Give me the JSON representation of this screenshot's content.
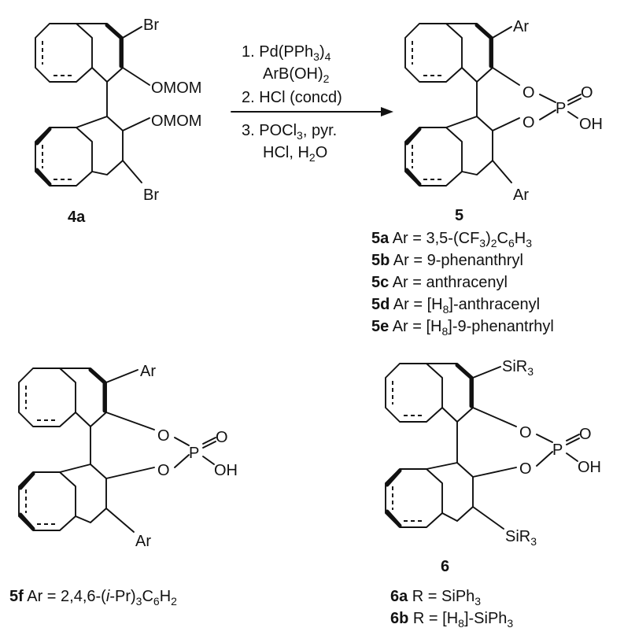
{
  "scheme": {
    "start": {
      "label": "4a",
      "substituents": {
        "top": "Br",
        "bottom": "Br",
        "ome_top": "OMOM",
        "ome_bottom": "OMOM"
      }
    },
    "conditions": {
      "step1_pre": "1. Pd(PPh",
      "step1_sub": "3",
      "step1_post": ")",
      "step1_sub2": "4",
      "step1b_pre": "ArB(OH)",
      "step1b_sub": "2",
      "step2": "2. HCl (concd)",
      "step3_pre": "3. POCl",
      "step3_sub": "3",
      "step3_post": ", pyr.",
      "step3b_pre": "HCl, H",
      "step3b_sub": "2",
      "step3b_post": "O"
    },
    "product5": {
      "label": "5",
      "ar_top": "Ar",
      "ar_bottom": "Ar",
      "o1": "O",
      "o2": "O",
      "p": "P",
      "o_double": "O",
      "oh": "OH",
      "legend": [
        {
          "id": "5a",
          "a": " Ar = 3,5-(CF",
          "s1": "3",
          "b": ")",
          "s2": "2",
          "c": "C",
          "s3": "6",
          "d": "H",
          "s4": "3",
          "e": ""
        },
        {
          "id": "5b",
          "a": " Ar = 9-phenanthryl"
        },
        {
          "id": "5c",
          "a": " Ar = anthracenyl"
        },
        {
          "id": "5d",
          "a": " Ar = [H",
          "s1": "8",
          "b": "]-anthracenyl"
        },
        {
          "id": "5e",
          "a": " Ar = [H",
          "s1": "8",
          "b": "]-9-phenantrhyl"
        }
      ]
    },
    "product5f": {
      "ar_top": "Ar",
      "ar_bottom": "Ar",
      "o1": "O",
      "o2": "O",
      "p": "P",
      "o_double": "O",
      "oh": "OH",
      "legend": {
        "id": "5f",
        "a": " Ar = 2,4,6-(",
        "italic": "i",
        "b": "-Pr)",
        "s1": "3",
        "c": "C",
        "s2": "6",
        "d": "H",
        "s3": "2"
      }
    },
    "product6": {
      "label": "6",
      "si_top": "SiR",
      "si_top_sub": "3",
      "si_bottom": "SiR",
      "si_bottom_sub": "3",
      "o1": "O",
      "o2": "O",
      "p": "P",
      "o_double": "O",
      "oh": "OH",
      "legend": [
        {
          "id": "6a",
          "a": " R = SiPh",
          "s1": "3",
          "b": ""
        },
        {
          "id": "6b",
          "a": " R = [H",
          "s1": "8",
          "b": "]-SiPh",
          "s2": "3"
        }
      ]
    }
  }
}
